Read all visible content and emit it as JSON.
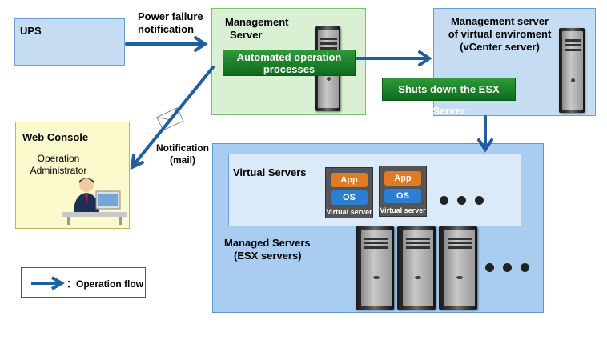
{
  "ups": {
    "label": "UPS"
  },
  "power_failure": {
    "line1": "Power failure",
    "line2": "notification"
  },
  "management_server": {
    "line1": "Management",
    "line2": "Server"
  },
  "automated_ops": {
    "line1": "Automated operation",
    "line2": "processes"
  },
  "vcenter": {
    "line1": "Management server",
    "line2": "of virtual enviroment",
    "line3": "(vCenter server)"
  },
  "shutdown": {
    "label": "Shuts down the ESX Server"
  },
  "web_console": {
    "title": "Web Console",
    "line1": "Operation",
    "line2": "Administrator"
  },
  "notification": {
    "line1": "Notification",
    "line2": "(mail)"
  },
  "virtual_servers": {
    "label": "Virtual Servers"
  },
  "vm_cards": [
    {
      "app": "App",
      "os": "OS",
      "caption": "Virtual server"
    },
    {
      "app": "App",
      "os": "OS",
      "caption": "Virtual server"
    }
  ],
  "managed_servers": {
    "line1": "Managed Servers",
    "line2": "(ESX servers)"
  },
  "legend": {
    "label": "：Operation flow"
  },
  "colors": {
    "flow_arrow": "#1f5fa0",
    "box_blue": "#c5dcf3",
    "box_green": "#d9f0d3",
    "box_yellow": "#fafacd",
    "managed_bg": "#a8cdf1"
  }
}
